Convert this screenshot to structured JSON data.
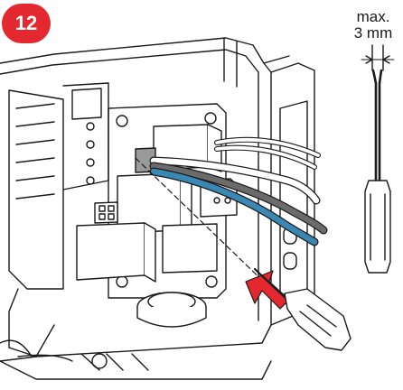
{
  "step": {
    "number": "12"
  },
  "annotation": {
    "line1": "max.",
    "line2": "3 mm"
  },
  "colors": {
    "badge": "#e3292f",
    "arrow": "#e3292f",
    "wire_blue": "#3b87b3",
    "wire_gray": "#6b6b6b",
    "outline": "#1a1a1a"
  },
  "icons": [
    "screwdriver-icon",
    "insertion-arrow-icon",
    "dimension-marker-icon"
  ]
}
